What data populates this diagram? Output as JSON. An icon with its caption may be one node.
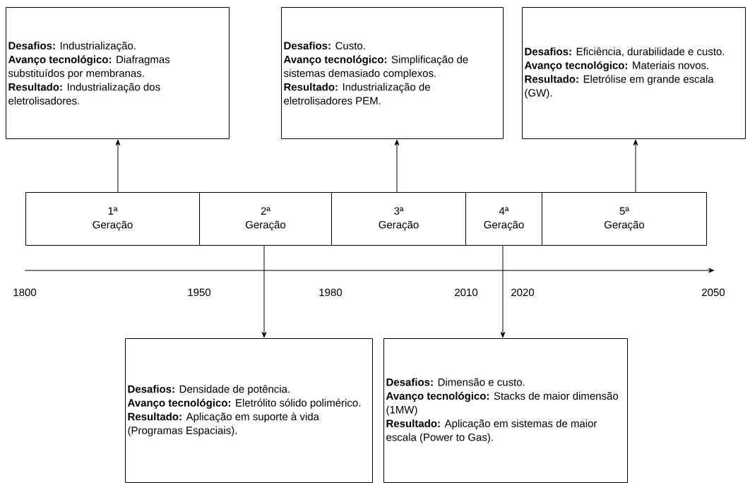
{
  "diagram": {
    "nodes": [
      {
        "text": [
          "**Desafios:** Industrialização.",
          "**Avanço tecnológico:** Diafragmas substituídos por membranas.",
          "**Resultado:** Industrialização dos eletrolisadores."
        ]
      },
      {
        "text": [
          "**Desafios:** Custo.",
          "**Avanço tecnológico:** Simplificação de sistemas demasiado complexos.",
          "**Resultado:** Industrialização de eletrolisadores PEM."
        ]
      },
      {
        "text": [
          "**Desafios:** Eficiência, durabilidade e custo.",
          "**Avanço tecnológico:** Materiais novos.",
          "**Resultado:** Eletrólise em grande escala (GW)."
        ]
      },
      {
        "text": [
          "1ª Geração"
        ]
      },
      {
        "text": [
          "2ª Geração"
        ]
      },
      {
        "text": [
          "3ª Geração"
        ]
      },
      {
        "text": [
          "4ª Geração"
        ]
      },
      {
        "text": [
          "5ª Geração"
        ]
      },
      {
        "text": [
          "**Desafios:** Densidade de potência.",
          "**Avanço tecnológico:** Eletrólito sólido polimérico.",
          "**Resultado:** Aplicação em suporte à vida (Programas Espaciais)."
        ]
      },
      {
        "text": [
          "**Desafios:** Dimensão e custo.",
          "**Avanço tecnológico:** Stacks de maior dimensão (1MW)",
          "**Resultado:** Aplicação em sistemas de maior escala (Power to Gas)."
        ]
      }
    ],
    "edges": [
      {
        "from": 3,
        "to": 0,
        "arrow": "to"
      },
      {
        "from": 5,
        "to": 1,
        "arrow": "to"
      },
      {
        "from": 7,
        "to": 2,
        "arrow": "to"
      },
      {
        "from": 4,
        "to": 8,
        "arrow": "to"
      },
      {
        "from": 6,
        "to": 9,
        "arrow": "to"
      }
    ],
    "labels": [
      "1800",
      "1950",
      "1980",
      "2010",
      "2020",
      "2050"
    ]
  }
}
